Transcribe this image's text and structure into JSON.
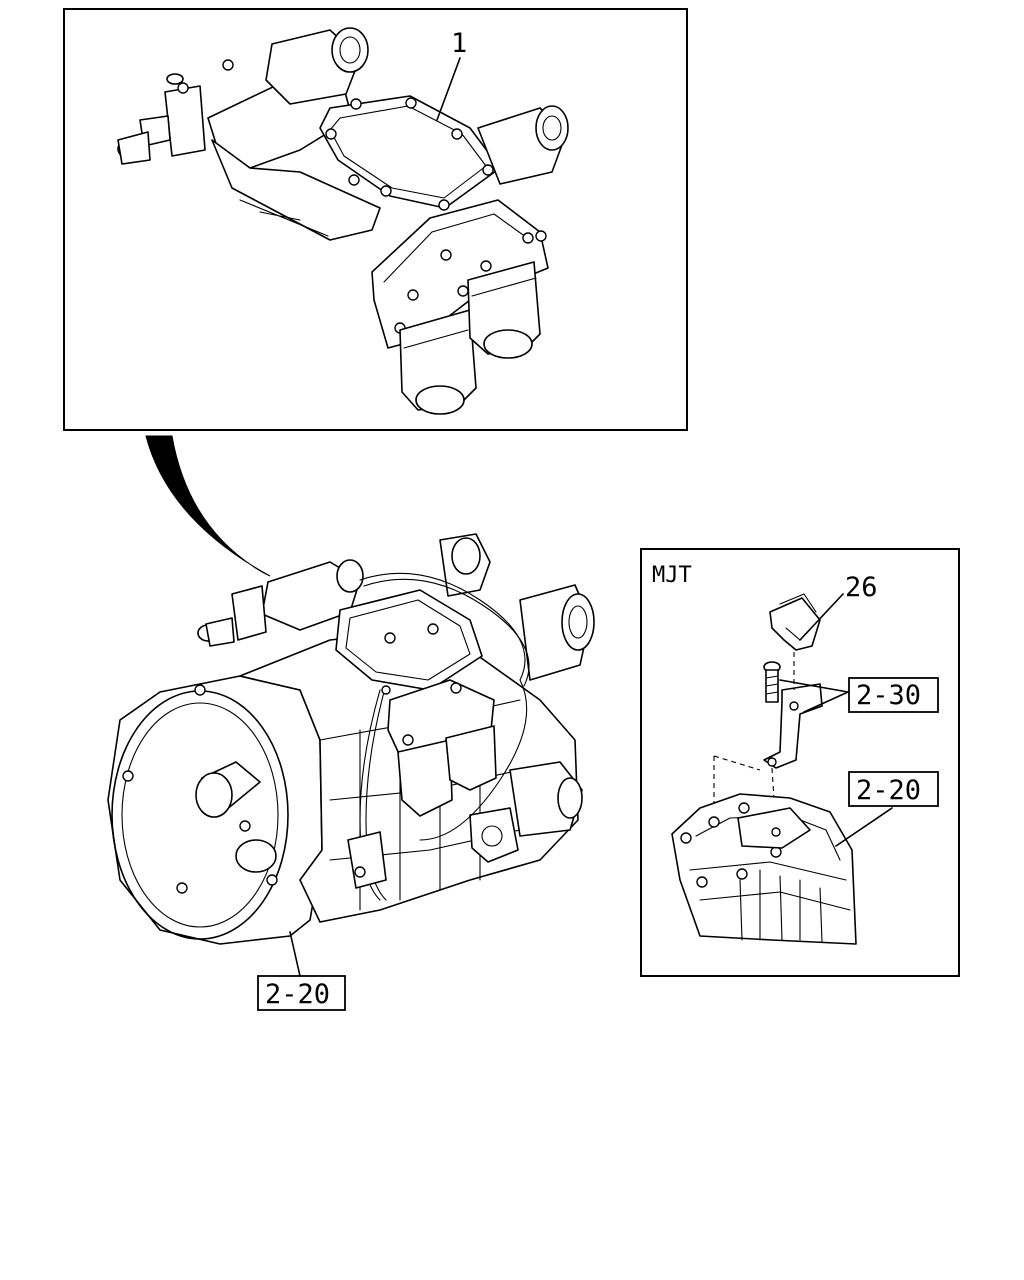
{
  "detail_callout": "1",
  "inset_label": "MJT",
  "inset_callout": "26",
  "inset_ref_upper": "2-30",
  "inset_ref_lower": "2-20",
  "main_ref": "2-20"
}
